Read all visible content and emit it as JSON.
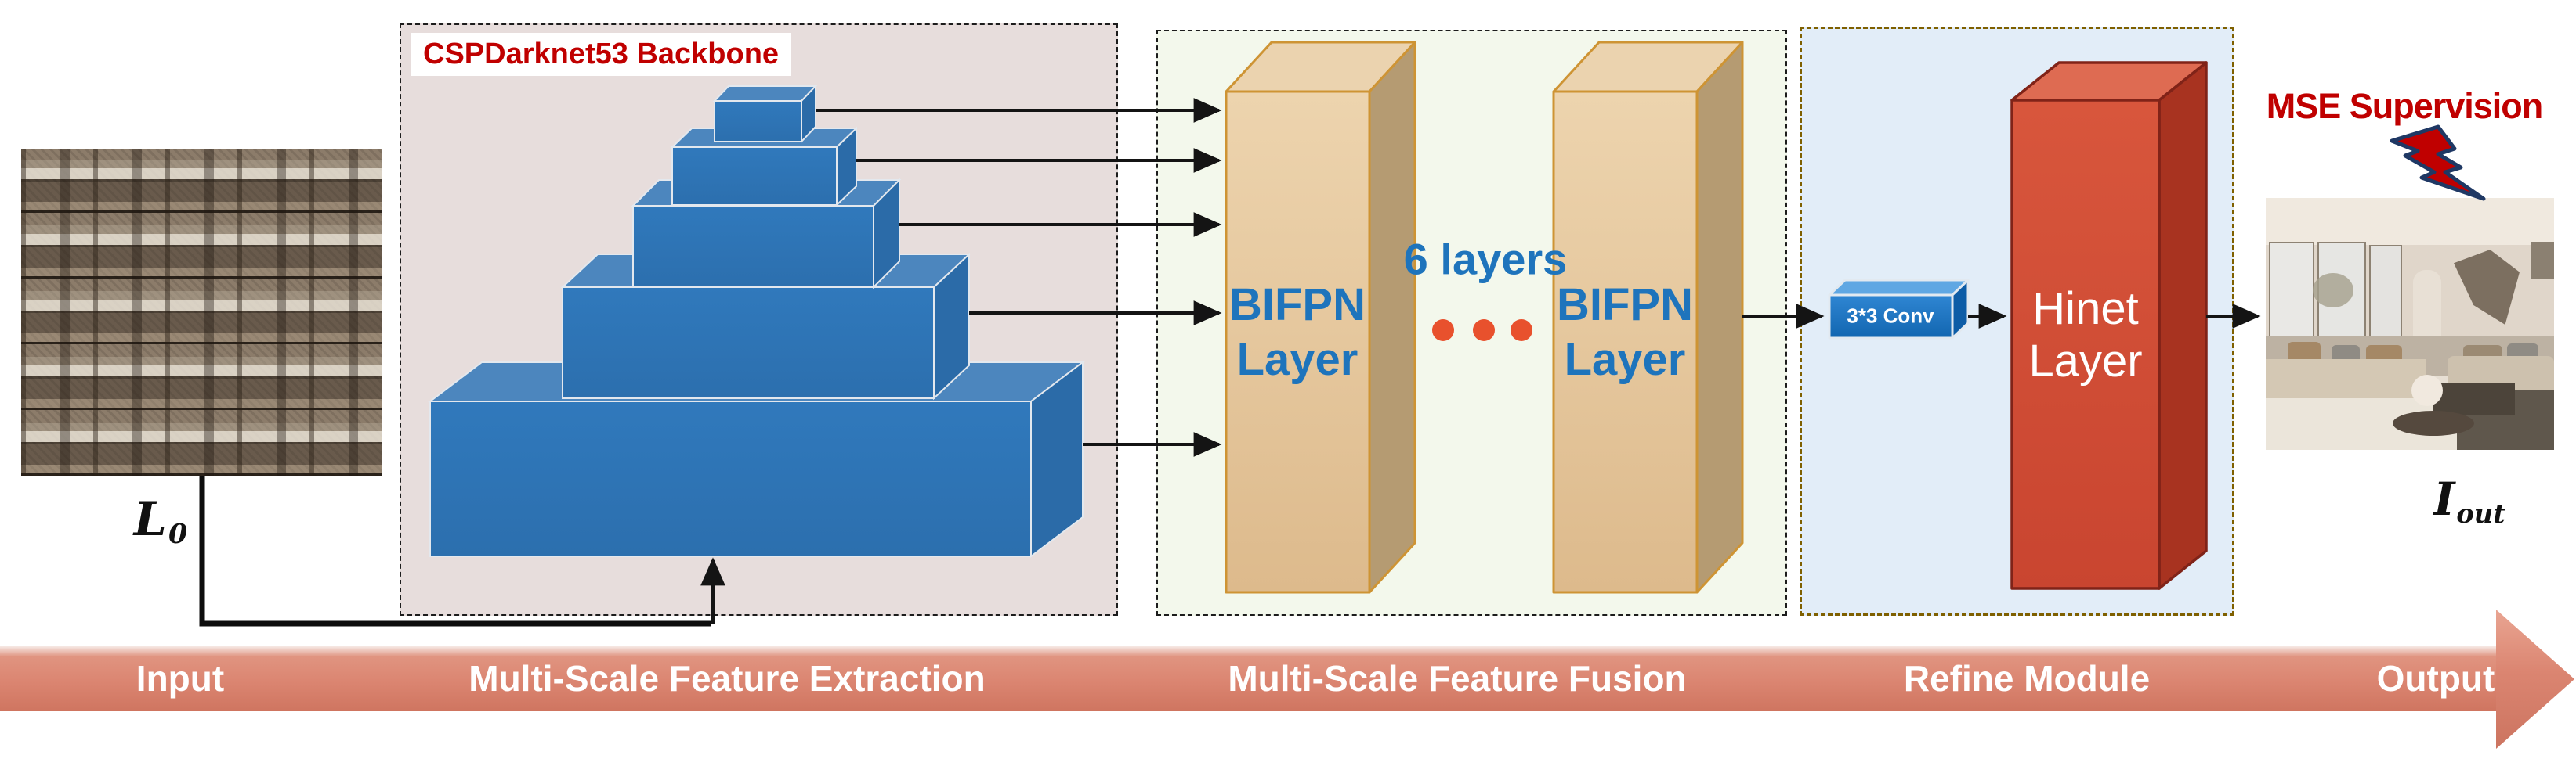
{
  "input": {
    "label_base": "L",
    "label_sub": "0"
  },
  "backbone": {
    "title": "CSPDarknet53 Backbone",
    "pyramid_levels": 5
  },
  "fusion": {
    "bifpn_first": {
      "line1": "BIFPN",
      "line2": "Layer"
    },
    "bifpn_last": {
      "line1": "BIFPN",
      "line2": "Layer"
    },
    "repeat_label": "6 layers"
  },
  "refine": {
    "conv_label": "3*3 Conv",
    "hinet": {
      "line1": "Hinet",
      "line2": "Layer"
    }
  },
  "output": {
    "supervision_label": "MSE Supervision",
    "label_base": "I",
    "label_sub": "out"
  },
  "banner": {
    "stages": [
      "Input",
      "Multi-Scale Feature Extraction",
      "Multi-Scale Feature Fusion",
      "Refine Module",
      "Output"
    ]
  },
  "colors": {
    "accent_red": "#C00000",
    "diagram_blue_text": "#1E74BC",
    "dot_orange": "#E8512D",
    "banner_salmon": "#DB8571",
    "banner_text": "#FFFFFF",
    "backbone_bg": "#E7DDDC",
    "fusion_bg": "#F3F8EC",
    "refine_bg": "#E2EDF8",
    "refine_border": "#7F6000",
    "pyramid_front": "#2E73B4",
    "pyramid_top": "#4C86BE",
    "pyramid_side": "#2B6BA8",
    "bifpn_top": "#EBD3AF",
    "bifpn_side": "#B59B72",
    "bifpn_border": "#CE9434",
    "conv_top": "#5FA7E3",
    "conv_side": "#0D5CA6",
    "hinet_top": "#DE6B52",
    "hinet_side": "#A83320",
    "hinet_border": "#802318",
    "bolt_navy": "#1F3864",
    "arrow_black": "#141414"
  }
}
